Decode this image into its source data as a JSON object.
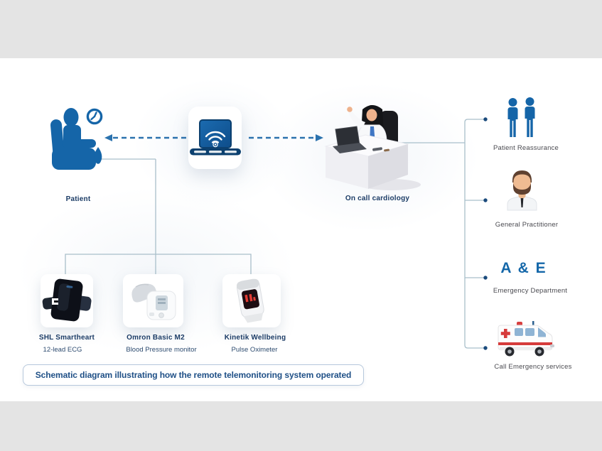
{
  "palette": {
    "bg_gray": "#e4e4e4",
    "icon_blue": "#1565a8",
    "arrow_blue": "#2b72ae",
    "line_gray": "#a9bfca",
    "label_navy": "#1c3c66",
    "sublabel_navy": "#2d4b6f",
    "right_label_gray": "#4a4a50",
    "ae_blue": "#1467a9",
    "caption_blue": "#1e4f86",
    "caption_border": "#b7c8dc",
    "alert_red": "#d63b3b"
  },
  "patient": {
    "label": "Patient",
    "icons": [
      "patient-in-chair-icon",
      "clock-icon"
    ]
  },
  "hub": {
    "icon": "laptop-wifi-icon"
  },
  "doctor": {
    "label": "On call cardiology",
    "icon": "doctor-at-desk-illustration"
  },
  "escalation": [
    {
      "label": "Patient Reassurance",
      "icon": "two-persons-icon"
    },
    {
      "label": "General Practitioner",
      "icon": "doctor-avatar-icon"
    },
    {
      "heading": "A & E",
      "label": "Emergency Department",
      "icon": "ae-text-heading"
    },
    {
      "label": "Call Emergency services",
      "icon": "ambulance-icon"
    }
  ],
  "devices": [
    {
      "name": "SHL Smartheart",
      "description": "12-lead ECG",
      "icon": "ecg-device-photo"
    },
    {
      "name": "Omron Basic M2",
      "description": "Blood Pressure monitor",
      "icon": "bp-monitor-photo"
    },
    {
      "name": "Kinetik Wellbeing",
      "description": "Pulse Oximeter",
      "icon": "pulse-oximeter-photo"
    }
  ],
  "caption": {
    "text": "Schematic diagram illustrating how the remote telemonitoring system operated"
  }
}
